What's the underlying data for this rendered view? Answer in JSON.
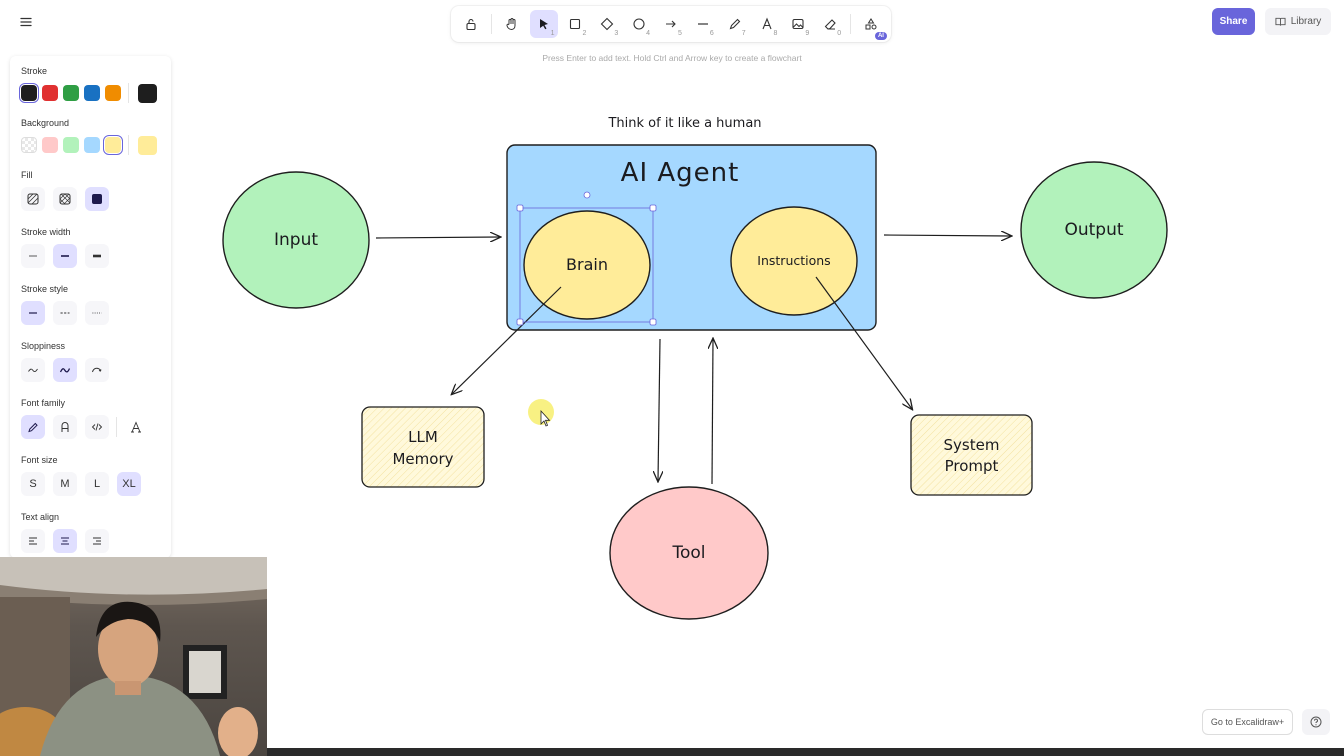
{
  "toolbar": {
    "tools": [
      {
        "name": "lock-tool",
        "icon": "lock-icon",
        "key": ""
      },
      {
        "name": "hand-tool",
        "icon": "hand-icon",
        "key": ""
      },
      {
        "name": "selection-tool",
        "icon": "cursor-icon",
        "key": "1"
      },
      {
        "name": "rectangle-tool",
        "icon": "rectangle-icon",
        "key": "2"
      },
      {
        "name": "diamond-tool",
        "icon": "diamond-icon",
        "key": "3"
      },
      {
        "name": "ellipse-tool",
        "icon": "circle-icon",
        "key": "4"
      },
      {
        "name": "arrow-tool",
        "icon": "arrow-icon",
        "key": "5"
      },
      {
        "name": "line-tool",
        "icon": "line-icon",
        "key": "6"
      },
      {
        "name": "draw-tool",
        "icon": "pencil-icon",
        "key": "7"
      },
      {
        "name": "text-tool",
        "icon": "text-icon",
        "key": "8"
      },
      {
        "name": "image-tool",
        "icon": "image-icon",
        "key": "9"
      },
      {
        "name": "eraser-tool",
        "icon": "eraser-icon",
        "key": "0"
      },
      {
        "name": "more-tools",
        "icon": "shapes-icon",
        "key": ""
      }
    ],
    "active_tool": "selection-tool",
    "ai_badge": "AI"
  },
  "hint": "Press Enter to add text. Hold Ctrl and Arrow key to create a flowchart",
  "header": {
    "share_label": "Share",
    "library_label": "Library"
  },
  "panel": {
    "stroke_label": "Stroke",
    "stroke_colors": [
      "#1e1e1e",
      "#e03131",
      "#2f9e44",
      "#1971c2",
      "#f08c00"
    ],
    "stroke_current": "#1e1e1e",
    "background_label": "Background",
    "background_colors": [
      "transparent",
      "#ffc9c9",
      "#b2f2bb",
      "#a5d8ff",
      "#ffec99"
    ],
    "background_current": "#ffec99",
    "fill_label": "Fill",
    "stroke_width_label": "Stroke width",
    "stroke_style_label": "Stroke style",
    "sloppiness_label": "Sloppiness",
    "font_family_label": "Font family",
    "font_size_label": "Font size",
    "font_sizes": [
      "S",
      "M",
      "L",
      "XL"
    ],
    "font_size_current": "XL",
    "text_align_label": "Text align"
  },
  "canvas": {
    "subtitle": "Think of it like a human",
    "agent_title": "AI Agent",
    "input": "Input",
    "output": "Output",
    "brain": "Brain",
    "instructions": "Instructions",
    "llm_memory_line1": "LLM",
    "llm_memory_line2": "Memory",
    "system_prompt_line1": "System",
    "system_prompt_line2": "Prompt",
    "tool": "Tool",
    "colors": {
      "green": "#b2f2bb",
      "blue": "#a5d8ff",
      "yellow": "#ffec99",
      "pink": "#ffc9c9",
      "cream": "#fff9db",
      "selection": "#6965db"
    }
  },
  "footer": {
    "goto_label": "Go to Excalidraw+",
    "help_icon": "help-icon"
  }
}
